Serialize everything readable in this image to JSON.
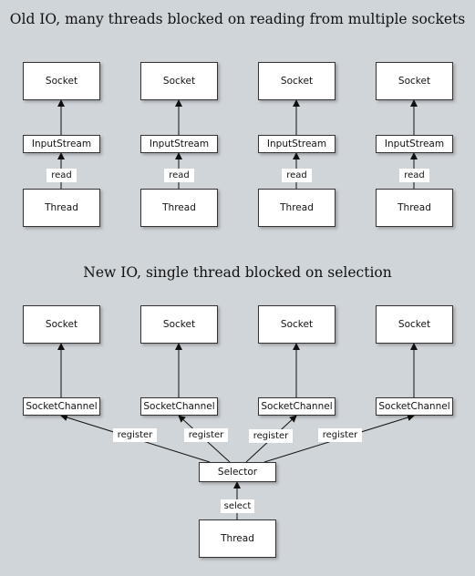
{
  "old_io": {
    "title": "Old IO, many threads blocked on reading from multiple sockets",
    "columns": [
      {
        "socket": "Socket",
        "stream": "InputStream",
        "edge": "read",
        "thread": "Thread"
      },
      {
        "socket": "Socket",
        "stream": "InputStream",
        "edge": "read",
        "thread": "Thread"
      },
      {
        "socket": "Socket",
        "stream": "InputStream",
        "edge": "read",
        "thread": "Thread"
      },
      {
        "socket": "Socket",
        "stream": "InputStream",
        "edge": "read",
        "thread": "Thread"
      }
    ]
  },
  "new_io": {
    "title": "New IO, single thread blocked on selection",
    "columns": [
      {
        "socket": "Socket",
        "channel": "SocketChannel",
        "edge": "register"
      },
      {
        "socket": "Socket",
        "channel": "SocketChannel",
        "edge": "register"
      },
      {
        "socket": "Socket",
        "channel": "SocketChannel",
        "edge": "register"
      },
      {
        "socket": "Socket",
        "channel": "SocketChannel",
        "edge": "register"
      }
    ],
    "selector": "Selector",
    "select_edge": "select",
    "thread": "Thread"
  }
}
